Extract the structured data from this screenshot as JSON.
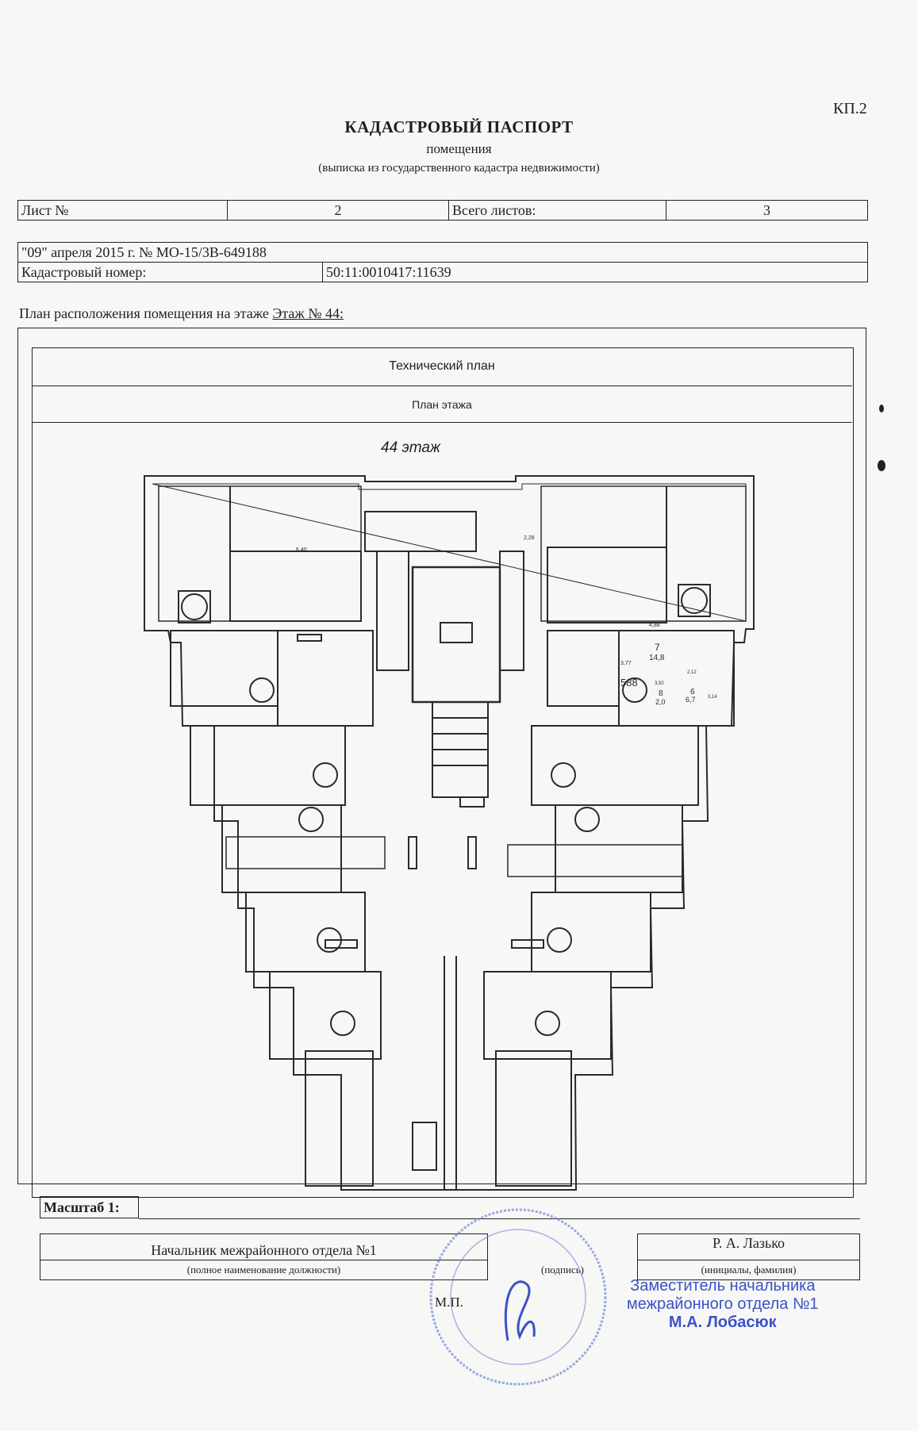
{
  "header": {
    "corner_code": "КП.2",
    "title": "КАДАСТРОВЫЙ ПАСПОРТ",
    "subtitle": "помещения",
    "note": "(выписка из государственного кадастра недвижимости)"
  },
  "sheet_row": {
    "sheet_label": "Лист №",
    "sheet_value": "2",
    "total_label": "Всего листов:",
    "total_value": "3"
  },
  "doc_row": {
    "date_number": "\"09\" апреля 2015 г. № МО-15/3В-649188",
    "cadastral_label": "Кадастровый номер:",
    "cadastral_value": "50:11:0010417:11639"
  },
  "plan_caption": {
    "prefix": "План расположения помещения на этаже",
    "floor_link": "Этаж № 44:"
  },
  "plan": {
    "header1": "Технический план",
    "header2": "План этажа",
    "floor_label": "44 этаж",
    "room_number": "588",
    "dim_640": "6,40",
    "dim_488": "4,88",
    "room_7": "7",
    "area_7": "14,8",
    "dim_377": "3,77",
    "dim_350": "3,50",
    "room_8": "8",
    "area_8": "2,0",
    "dim_212": "2,12",
    "room_6": "6",
    "area_6": "6,7",
    "dim_314": "3,14",
    "dim_228": "2,28"
  },
  "scale": {
    "label": "Масштаб 1:"
  },
  "signature": {
    "position": "Начальник межрайонного отдела №1",
    "position_caption": "(полное наименование должности)",
    "signature_caption": "(подпись)",
    "name": "Р. А. Лазько",
    "name_caption": "(инициалы, фамилия)",
    "mp": "М.П."
  },
  "blue_stamp": {
    "line1": "Заместитель начальника",
    "line2": "межрайонного отдела №1",
    "line3": "М.А. Лобасюк"
  },
  "colors": {
    "ink": "#1f1f1f",
    "stamp_blue": "#3a52c8",
    "paper": "#f7f7f5"
  }
}
